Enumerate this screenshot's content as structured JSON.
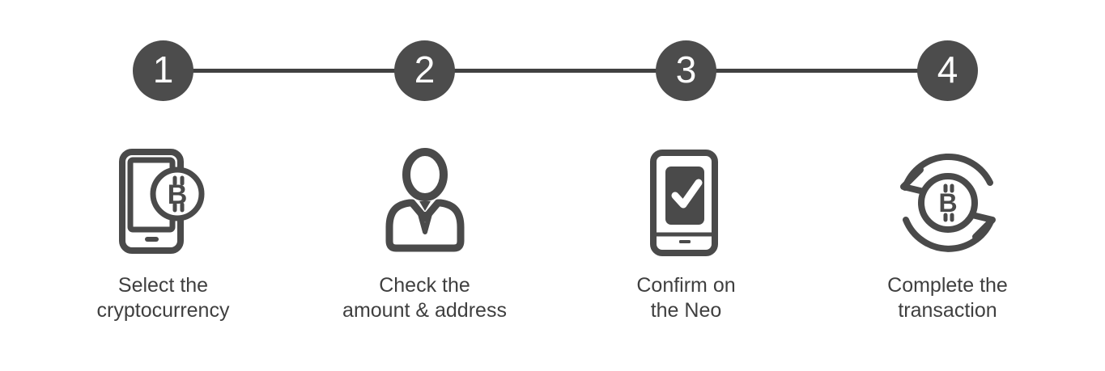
{
  "steps": [
    {
      "number": "1",
      "icon": "phone-bitcoin-icon",
      "label_line1": "Select the",
      "label_line2": "cryptocurrency"
    },
    {
      "number": "2",
      "icon": "businessman-icon",
      "label_line1": "Check the",
      "label_line2": "amount & address"
    },
    {
      "number": "3",
      "icon": "hardware-wallet-check-icon",
      "label_line1": "Confirm on",
      "label_line2": "the Neo"
    },
    {
      "number": "4",
      "icon": "bitcoin-refresh-icon",
      "label_line1": "Complete the",
      "label_line2": "transaction"
    }
  ],
  "bitcoin_symbol": "B",
  "colors": {
    "step_circle": "#4c4c4c",
    "connector": "#414141",
    "icon": "#4a4a4a",
    "label_text": "#3f3f3f",
    "number_text": "#ffffff",
    "bg": "#ffffff"
  }
}
